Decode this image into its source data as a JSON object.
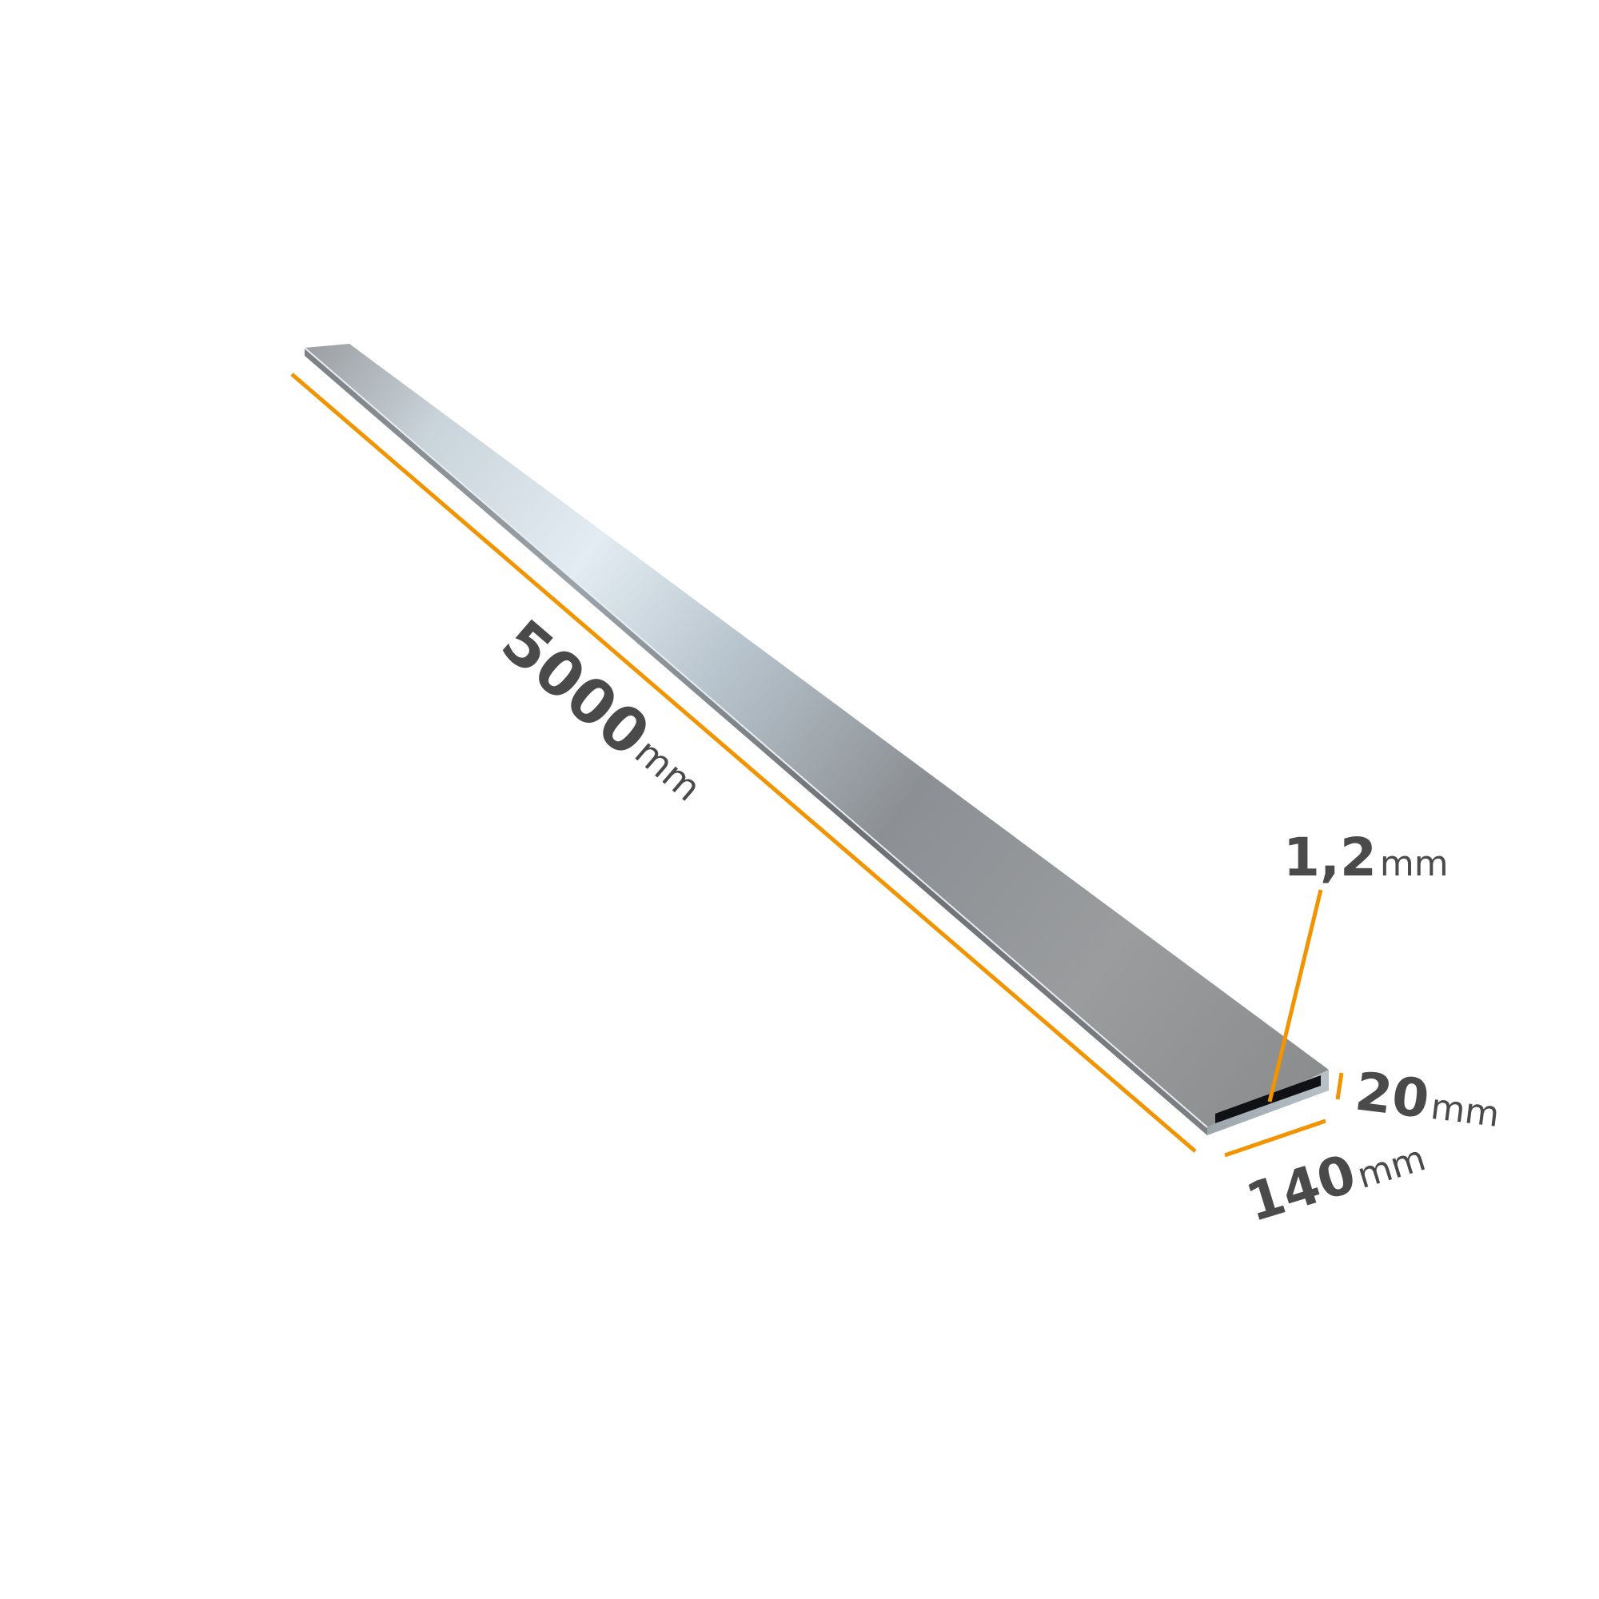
{
  "colors": {
    "accent": "#f29400",
    "text": "#4a4a4a",
    "background": "#ffffff",
    "metal_light": "#d9e6ef",
    "metal_dark": "#8a8d90",
    "opening": "#0f1115"
  },
  "dimensions": {
    "length": {
      "value": "5000",
      "unit": "mm"
    },
    "thickness": {
      "value": "1,2",
      "unit": "mm"
    },
    "height": {
      "value": "20",
      "unit": "mm"
    },
    "width": {
      "value": "140",
      "unit": "mm"
    }
  }
}
